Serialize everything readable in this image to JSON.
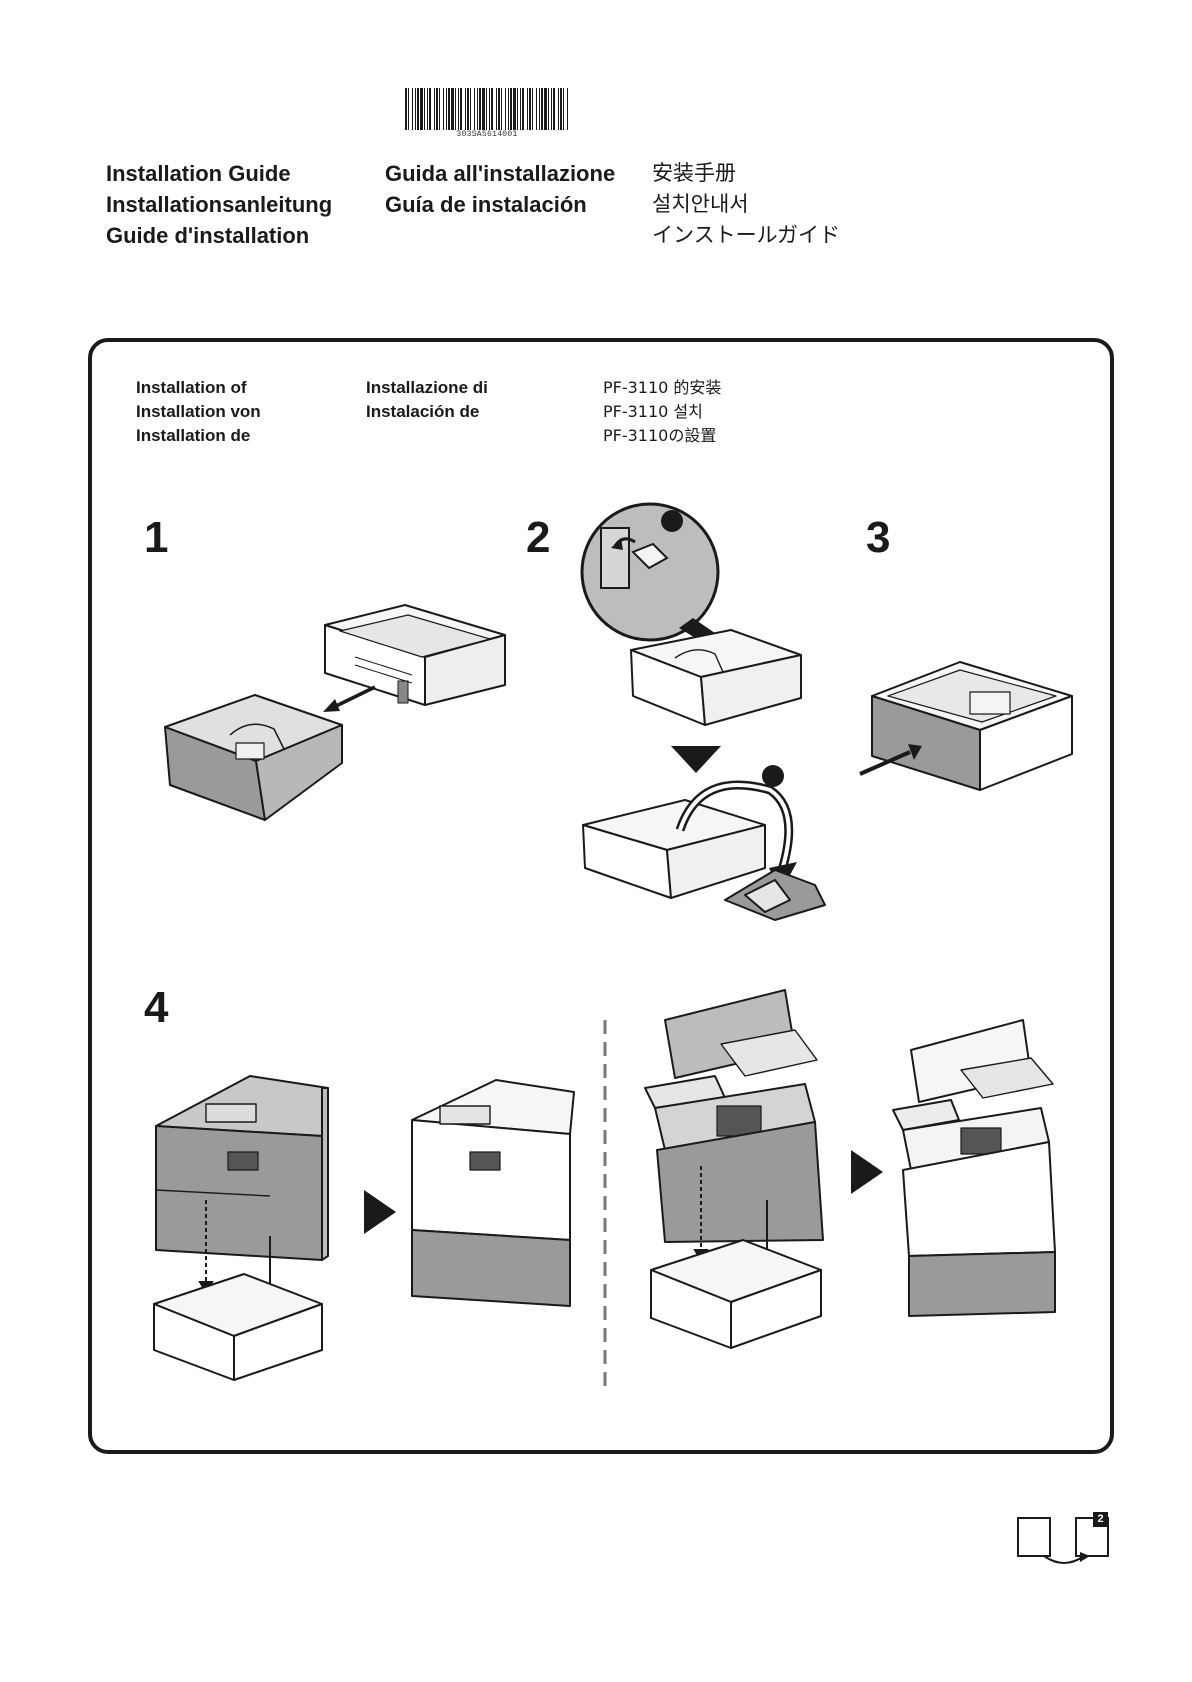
{
  "barcode": {
    "number": "303SA5614001"
  },
  "header": {
    "col1": [
      "Installation Guide",
      "Installationsanleitung",
      "Guide d'installation"
    ],
    "col2": [
      "Guida all'installazione",
      "Guía de instalación"
    ],
    "col3": [
      "安装手册",
      "설치안내서",
      "インストールガイド"
    ]
  },
  "subtitle": {
    "col1": [
      "Installation of",
      "Installation von",
      "Installation de"
    ],
    "col2": [
      "Installazione di",
      "Instalación de"
    ],
    "col3": [
      "PF-3110 的安装",
      "PF-3110 설치",
      "PF-3110の設置"
    ]
  },
  "steps": [
    "1",
    "2",
    "3",
    "4"
  ],
  "page_badge": "2",
  "icons": [
    "barcode-icon",
    "tray-icon",
    "arrow-icon",
    "printer-icon",
    "mfp-icon",
    "play-arrow-icon",
    "page-turn-icon"
  ],
  "colors": {
    "ink": "#1a1a1a",
    "gray": "#8f8f8f",
    "light": "#f4f4f4"
  }
}
